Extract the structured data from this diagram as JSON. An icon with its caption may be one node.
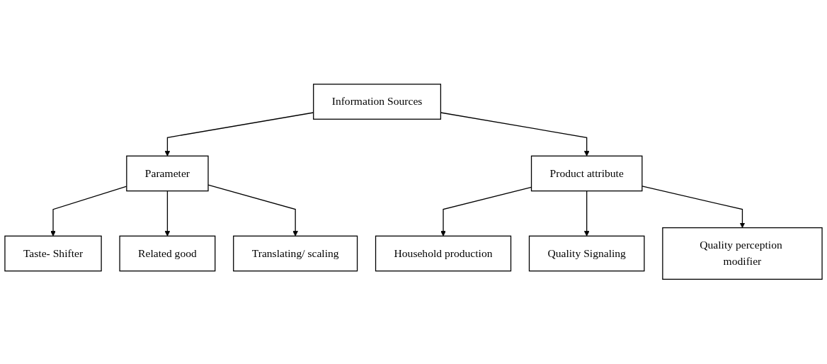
{
  "diagram": {
    "nodes": [
      {
        "text": [
          "Information Sources"
        ]
      },
      {
        "text": [
          "Parameter"
        ]
      },
      {
        "text": [
          "Product attribute"
        ]
      },
      {
        "text": [
          "Taste- Shifter"
        ]
      },
      {
        "text": [
          "Related good"
        ]
      },
      {
        "text": [
          "Translating/ scaling"
        ]
      },
      {
        "text": [
          "Household production"
        ]
      },
      {
        "text": [
          "Quality Signaling"
        ]
      },
      {
        "text": [
          "Quality perception modifier"
        ]
      }
    ],
    "edges": [
      {
        "from": 0,
        "to": 1,
        "arrow": "to"
      },
      {
        "from": 0,
        "to": 2,
        "arrow": "to"
      },
      {
        "from": 1,
        "to": 3,
        "arrow": "to"
      },
      {
        "from": 1,
        "to": 4,
        "arrow": "to"
      },
      {
        "from": 1,
        "to": 5,
        "arrow": "to"
      },
      {
        "from": 2,
        "to": 6,
        "arrow": "to"
      },
      {
        "from": 2,
        "to": 7,
        "arrow": "to"
      },
      {
        "from": 2,
        "to": 8,
        "arrow": "to"
      }
    ]
  }
}
